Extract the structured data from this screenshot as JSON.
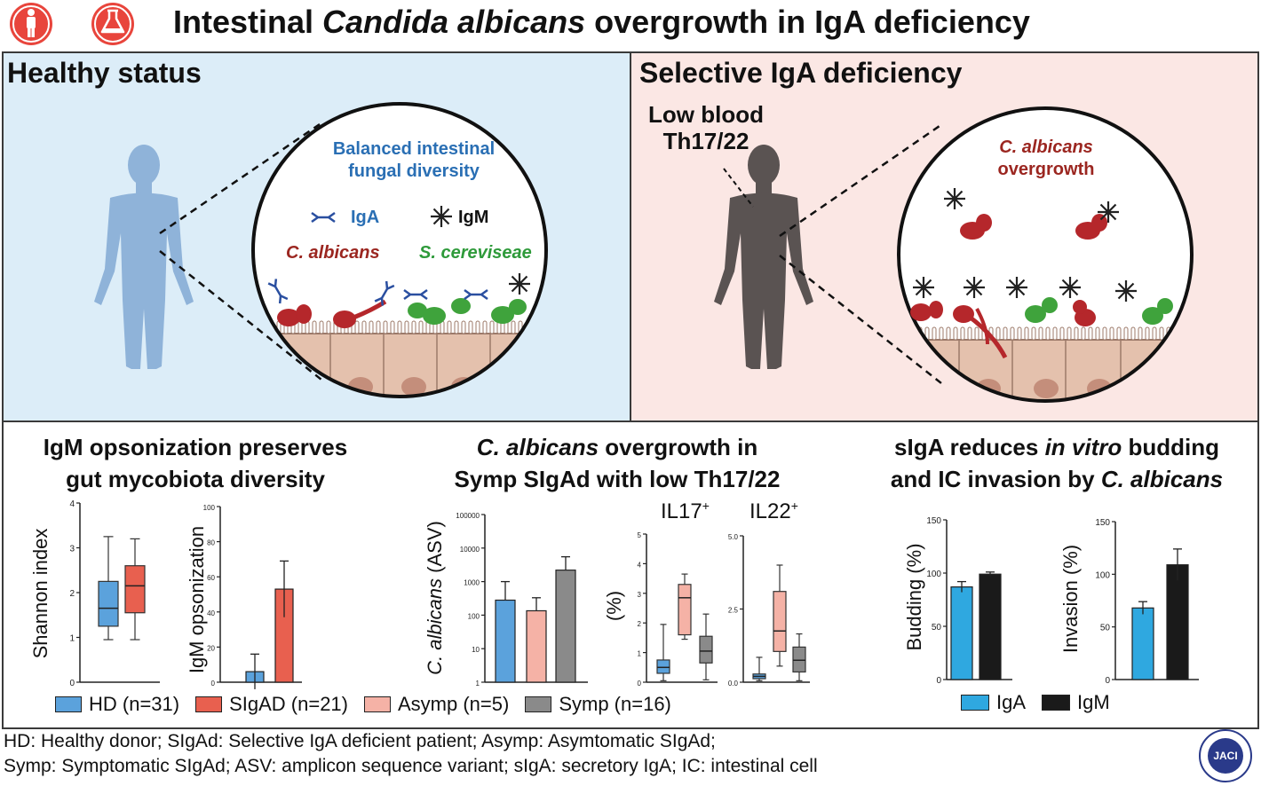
{
  "header": {
    "title_pre": "Intestinal ",
    "title_italic": "Candida albicans",
    "title_post": " overgrowth in IgA deficiency",
    "icons": [
      "person-icon",
      "flask-icon"
    ]
  },
  "healthy": {
    "title": "Healthy status",
    "balanced_line1": "Balanced intestinal",
    "balanced_line2": "fungal diversity",
    "iga": "IgA",
    "igm": "IgM",
    "c_albicans": "C. albicans",
    "s_cereviseae": "S. cereviseae"
  },
  "sigad": {
    "title": "Selective IgA deficiency",
    "low_blood_line1": "Low blood",
    "low_blood_line2": "Th17/22",
    "overgrowth_line1": "C. albicans",
    "overgrowth_line2": "overgrowth"
  },
  "bottom": {
    "sec1_line1": "IgM opsonization preserves",
    "sec1_line2": "gut mycobiota diversity",
    "sec2_italic": "C. albicans",
    "sec2_line1_rest": " overgrowth in",
    "sec2_line2": "Symp SIgAd with low Th17/22",
    "sec3_line1_pre": "sIgA reduces ",
    "sec3_line1_italic": "in vitro",
    "sec3_line1_post": " budding",
    "sec3_line2_pre": "and IC invasion by ",
    "sec3_line2_italic": "C. albicans"
  },
  "legend": {
    "hd": "HD (n=31)",
    "sigad": "SIgAD (n=21)",
    "asymp": "Asymp (n=5)",
    "symp": "Symp (n=16)",
    "iga": "IgA",
    "igm": "IgM"
  },
  "colors": {
    "hd": "#5ba2dc",
    "sigad": "#e8604f",
    "asymp": "#f5b2a6",
    "symp": "#8a8a8a",
    "iga": "#2fa8e0",
    "igm": "#1a1a1a",
    "healthy_bg": "#dcedf8",
    "sigad_bg": "#fbe7e4",
    "blue_text": "#2a6fb4",
    "red_text": "#9b2620",
    "green_text": "#2e9a3a"
  },
  "footer": {
    "line1": "HD: Healthy donor; SIgAd: Selective IgA deficient patient; Asymp:  Asymtomatic SIgAd;",
    "line2": "Symp: Symptomatic SIgAd; ASV: amplicon sequence variant; sIgA: secretory IgA; IC: intestinal cell",
    "journal_badge": "JACI"
  },
  "chart_data": [
    {
      "type": "box",
      "ylabel": "Shannon index",
      "ylim": [
        0,
        4
      ],
      "ticks": [
        "0",
        "1",
        "2",
        "3",
        "4"
      ],
      "boxes": [
        {
          "name": "HD",
          "min": 0.95,
          "q1": 1.25,
          "median": 1.65,
          "q3": 2.25,
          "max": 3.25
        },
        {
          "name": "SIgAD",
          "min": 0.95,
          "q1": 1.55,
          "median": 2.15,
          "q3": 2.6,
          "max": 3.2
        }
      ]
    },
    {
      "type": "bar",
      "ylabel": "IgM opsonization",
      "ylim": [
        0,
        100
      ],
      "ticks": [
        "0",
        "20",
        "40",
        "60",
        "80",
        "100"
      ],
      "bars": [
        {
          "name": "HD",
          "value": 6,
          "err": 10
        },
        {
          "name": "SIgAD",
          "value": 53,
          "err": 16
        }
      ]
    },
    {
      "type": "bar",
      "scale": "log",
      "ylabel_italic": "C. albicans",
      "ylabel_rest": " (ASV)",
      "ylim": [
        1,
        100000
      ],
      "ticks": [
        "1",
        "10",
        "100",
        "1000",
        "10000",
        "100000"
      ],
      "bars": [
        {
          "name": "HD",
          "value": 280,
          "err_top": 1000
        },
        {
          "name": "Asymp",
          "value": 135,
          "err_top": 330
        },
        {
          "name": "Symp",
          "value": 2200,
          "err_top": 5500
        }
      ]
    },
    {
      "type": "box",
      "title": "IL17",
      "title_sup": "+",
      "ylabel": "(%)",
      "ylim": [
        0,
        5
      ],
      "ticks": [
        "0",
        "1",
        "2",
        "3",
        "4",
        "5"
      ],
      "boxes": [
        {
          "name": "HD",
          "min": 0.05,
          "q1": 0.3,
          "median": 0.5,
          "q3": 0.75,
          "max": 1.95
        },
        {
          "name": "Asymp",
          "min": 1.45,
          "q1": 1.6,
          "median": 2.85,
          "q3": 3.3,
          "max": 3.65
        },
        {
          "name": "Symp",
          "min": 0.08,
          "q1": 0.65,
          "median": 1.05,
          "q3": 1.55,
          "max": 2.3
        }
      ]
    },
    {
      "type": "box",
      "title": "IL22",
      "title_sup": "+",
      "ylim": [
        0,
        5
      ],
      "ticks": [
        "0.0",
        "2.5",
        "5.0"
      ],
      "boxes": [
        {
          "name": "HD",
          "min": 0.05,
          "q1": 0.12,
          "median": 0.2,
          "q3": 0.28,
          "max": 0.85
        },
        {
          "name": "Asymp",
          "min": 0.55,
          "q1": 1.05,
          "median": 1.75,
          "q3": 3.1,
          "max": 4.0
        },
        {
          "name": "Symp",
          "min": 0.05,
          "q1": 0.35,
          "median": 0.75,
          "q3": 1.2,
          "max": 1.65
        }
      ]
    },
    {
      "type": "bar",
      "ylabel": "Budding (%)",
      "ylim": [
        0,
        150
      ],
      "ticks": [
        "0",
        "50",
        "100",
        "150"
      ],
      "bars": [
        {
          "name": "IgA",
          "value": 87,
          "err": 5
        },
        {
          "name": "IgM",
          "value": 99,
          "err": 2
        }
      ]
    },
    {
      "type": "bar",
      "ylabel": "Invasion (%)",
      "ylim": [
        0,
        150
      ],
      "ticks": [
        "0",
        "50",
        "100",
        "150"
      ],
      "bars": [
        {
          "name": "IgA",
          "value": 68,
          "err": 6
        },
        {
          "name": "IgM",
          "value": 109,
          "err": 15
        }
      ]
    }
  ]
}
